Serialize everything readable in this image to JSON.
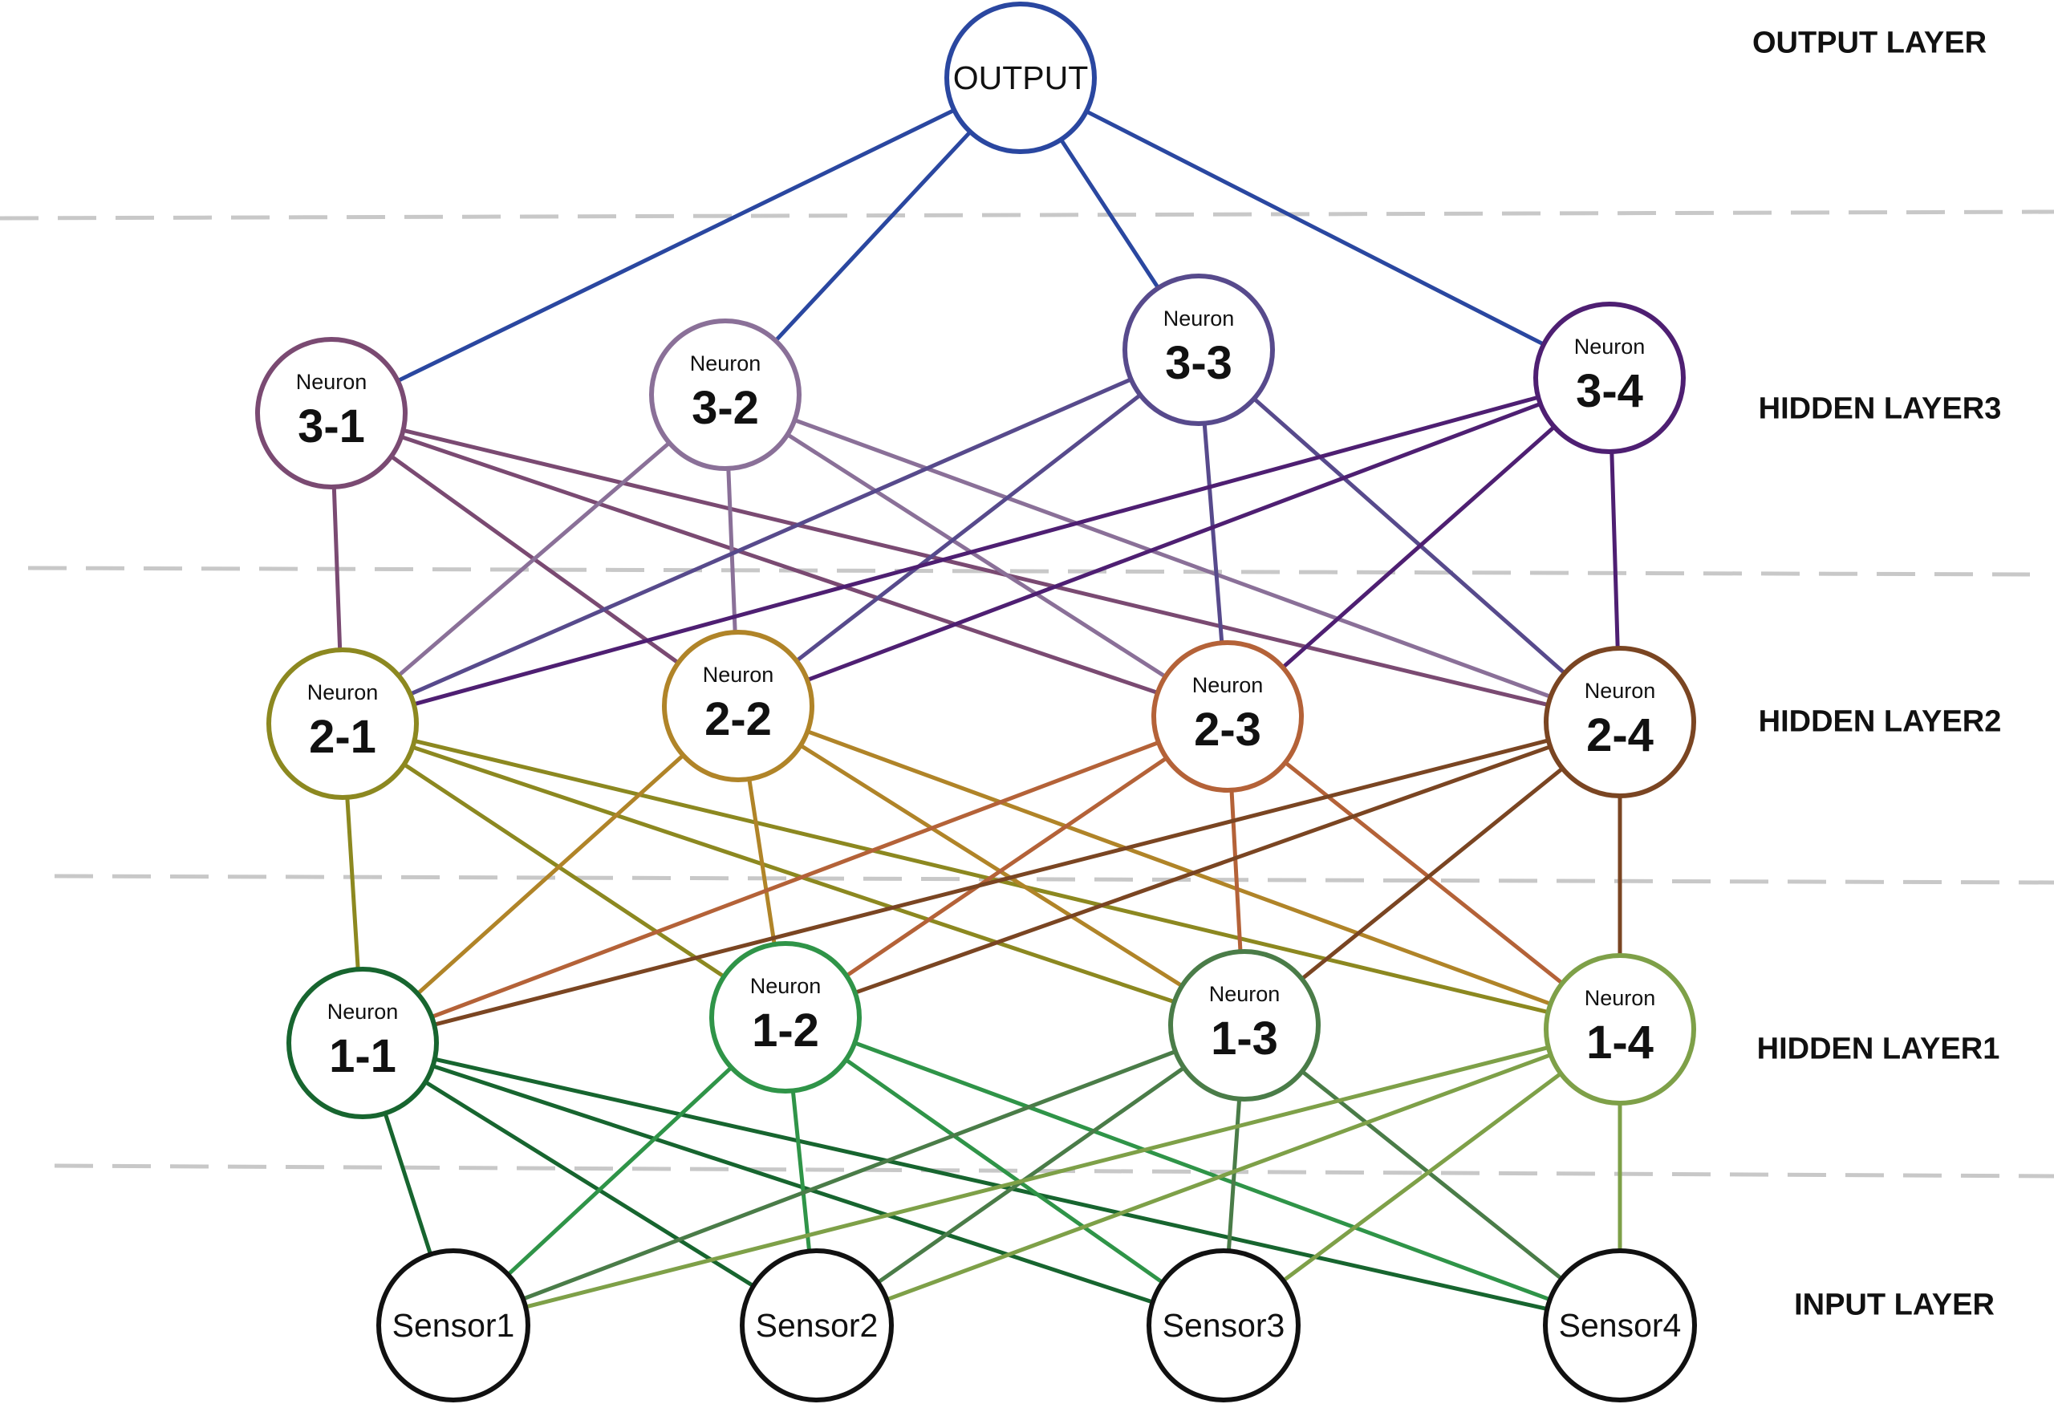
{
  "layers": [
    {
      "id": "output",
      "label": "OUTPUT LAYER",
      "color": "#2a47a0",
      "nodes": [
        {
          "id": "out",
          "text": "OUTPUT"
        }
      ]
    },
    {
      "id": "h3",
      "label": "HIDDEN LAYER3",
      "nodes": [
        {
          "id": "3-1",
          "sub": "Neuron",
          "main": "3-1",
          "color": "#7a4a72"
        },
        {
          "id": "3-2",
          "sub": "Neuron",
          "main": "3-2",
          "color": "#8a7098"
        },
        {
          "id": "3-3",
          "sub": "Neuron",
          "main": "3-3",
          "color": "#574a8c"
        },
        {
          "id": "3-4",
          "sub": "Neuron",
          "main": "3-4",
          "color": "#4e1f72"
        }
      ]
    },
    {
      "id": "h2",
      "label": "HIDDEN LAYER2",
      "nodes": [
        {
          "id": "2-1",
          "sub": "Neuron",
          "main": "2-1",
          "color": "#8c8820"
        },
        {
          "id": "2-2",
          "sub": "Neuron",
          "main": "2-2",
          "color": "#b08428"
        },
        {
          "id": "2-3",
          "sub": "Neuron",
          "main": "2-3",
          "color": "#b46238"
        },
        {
          "id": "2-4",
          "sub": "Neuron",
          "main": "2-4",
          "color": "#7a4522"
        }
      ]
    },
    {
      "id": "h1",
      "label": "HIDDEN LAYER1",
      "nodes": [
        {
          "id": "1-1",
          "sub": "Neuron",
          "main": "1-1",
          "color": "#17652f"
        },
        {
          "id": "1-2",
          "sub": "Neuron",
          "main": "1-2",
          "color": "#2f9448"
        },
        {
          "id": "1-3",
          "sub": "Neuron",
          "main": "1-3",
          "color": "#4a7c48"
        },
        {
          "id": "1-4",
          "sub": "Neuron",
          "main": "1-4",
          "color": "#7ea048"
        }
      ]
    },
    {
      "id": "input",
      "label": "INPUT LAYER",
      "color": "#111111",
      "nodes": [
        {
          "id": "s1",
          "text": "Sensor1"
        },
        {
          "id": "s2",
          "text": "Sensor2"
        },
        {
          "id": "s3",
          "text": "Sensor3"
        },
        {
          "id": "s4",
          "text": "Sensor4"
        }
      ]
    }
  ],
  "colors": {
    "separator": "#c8c8c8",
    "background": "#ffffff"
  }
}
